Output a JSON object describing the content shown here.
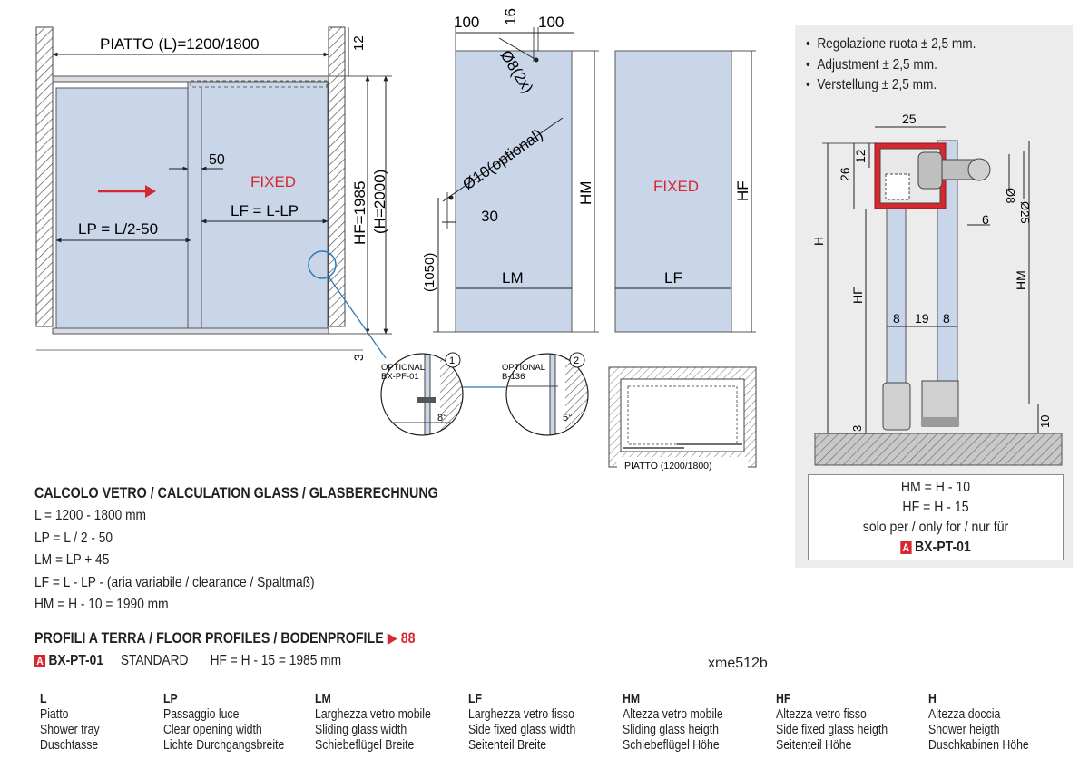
{
  "diagram_left": {
    "width_label": "PIATTO (L)=1200/1800",
    "top_gap": "12",
    "slot_width": "50",
    "fixed_label": "FIXED",
    "lp_label": "LP = L/2-50",
    "lf_label": "LF = L-LP",
    "hf_label": "HF=1985",
    "h_label": "(H=2000)",
    "bottom_gap": "3"
  },
  "diagram_mobile": {
    "dim_left": "100",
    "dim_mid": "16",
    "dim_right": "100",
    "hole_top": "Ø8(2x)",
    "hole_optional": "Ø10(optional)",
    "offset": "30",
    "height_1050": "(1050)",
    "hm_label": "HM",
    "lm_label": "LM"
  },
  "diagram_fixed": {
    "fixed_label": "FIXED",
    "hf_label": "HF",
    "lf_label": "LF"
  },
  "details": {
    "d1_title": "OPTIONAL",
    "d1_code": "BX-PF-01",
    "d1_num": "1",
    "d1_angle": "8°",
    "d2_title": "OPTIONAL",
    "d2_code": "B-136",
    "d2_num": "2",
    "d2_angle": "5°"
  },
  "plan_view": {
    "label": "PIATTO (1200/1800)"
  },
  "adjustment": {
    "items": [
      "Regolazione ruota ± 2,5 mm.",
      "Adjustment ± 2,5 mm.",
      "Verstellung ± 2,5 mm."
    ]
  },
  "section": {
    "dim_25_top": "25",
    "dim_26": "26",
    "dim_12": "12",
    "dim_d8": "Ø8",
    "dim_d25": "Ø25",
    "dim_6": "6",
    "label_h": "H",
    "label_hf": "HF",
    "label_hm": "HM",
    "dim_8a": "8",
    "dim_19": "19",
    "dim_8b": "8",
    "dim_3": "3",
    "dim_10": "10"
  },
  "calc_box": {
    "line1": "HM = H - 10",
    "line2": "HF = H - 15",
    "line3": "solo per / only for / nur für",
    "badge": "A",
    "product": "BX-PT-01"
  },
  "calculation": {
    "title": "CALCOLO VETRO / CALCULATION GLASS / GLASBERECHNUNG",
    "lines": [
      "L = 1200 - 1800 mm",
      "LP = L / 2 - 50",
      "LM = LP + 45",
      "LF = L - LP - (aria variabile / clearance / Spaltmaß)",
      "HM = H - 10 = 1990 mm"
    ]
  },
  "floor_profiles": {
    "title": "PROFILI A TERRA / FLOOR PROFILES / BODENPROFILE",
    "page_ref": "88",
    "badge": "A",
    "code": "BX-PT-01",
    "type": "STANDARD",
    "formula": "HF = H - 15 = 1985 mm"
  },
  "reference_code": "xme512b",
  "legend": [
    {
      "key": "L",
      "it": "Piatto",
      "en": "Shower tray",
      "de": "Duschtasse"
    },
    {
      "key": "LP",
      "it": "Passaggio luce",
      "en": "Clear opening width",
      "de": "Lichte Durchgangsbreite"
    },
    {
      "key": "LM",
      "it": "Larghezza vetro mobile",
      "en": "Sliding glass width",
      "de": "Schiebeflügel Breite"
    },
    {
      "key": "LF",
      "it": "Larghezza vetro fisso",
      "en": "Side fixed glass width",
      "de": "Seitenteil Breite"
    },
    {
      "key": "HM",
      "it": "Altezza vetro mobile",
      "en": "Sliding glass heigth",
      "de": "Schiebeflügel Höhe"
    },
    {
      "key": "HF",
      "it": "Altezza vetro fisso",
      "en": "Side fixed glass heigth",
      "de": "Seitenteil Höhe"
    },
    {
      "key": "H",
      "it": "Altezza doccia",
      "en": "Shower heigth",
      "de": "Duschkabinen Höhe"
    }
  ],
  "colors": {
    "glass": "#c9d6ea",
    "accent_red": "#d7282f",
    "leader_blue": "#2a7ab8",
    "panel_bg": "#ececec"
  }
}
